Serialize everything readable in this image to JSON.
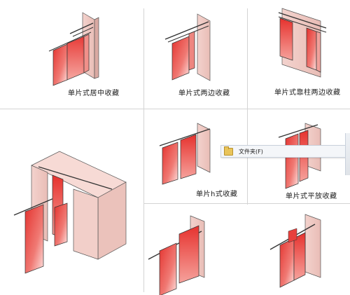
{
  "panels": [
    {
      "caption": "单片式居中收藏"
    },
    {
      "caption": "单片式两边收藏"
    },
    {
      "caption": "单片式靠柱两边收藏"
    },
    {
      "caption": ""
    },
    {
      "caption": "单片h式收藏"
    },
    {
      "caption": "单片式平放收藏"
    },
    {
      "caption": ""
    },
    {
      "caption": ""
    }
  ],
  "popup": {
    "label": "文件夹(F)"
  },
  "colors": {
    "panel_red": "#e8403c",
    "wall_pink": "#f0c9c4",
    "line": "#333333",
    "grid": "#d4d4d4"
  }
}
